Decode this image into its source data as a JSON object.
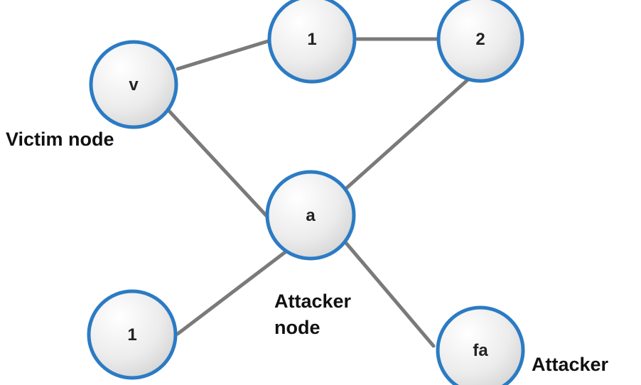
{
  "nodes": {
    "v": {
      "label": "v"
    },
    "n1top": {
      "label": "1"
    },
    "n2": {
      "label": "2"
    },
    "a": {
      "label": "a"
    },
    "n1bot": {
      "label": "1"
    },
    "fa": {
      "label": "fa"
    }
  },
  "annotations": {
    "victim": "Victim node",
    "attacker_node_line1": "Attacker",
    "attacker_node_line2": "node",
    "attacker": "Attacker"
  },
  "colors": {
    "node_border": "#2b7bc4",
    "edge": "#7a7a7a"
  }
}
